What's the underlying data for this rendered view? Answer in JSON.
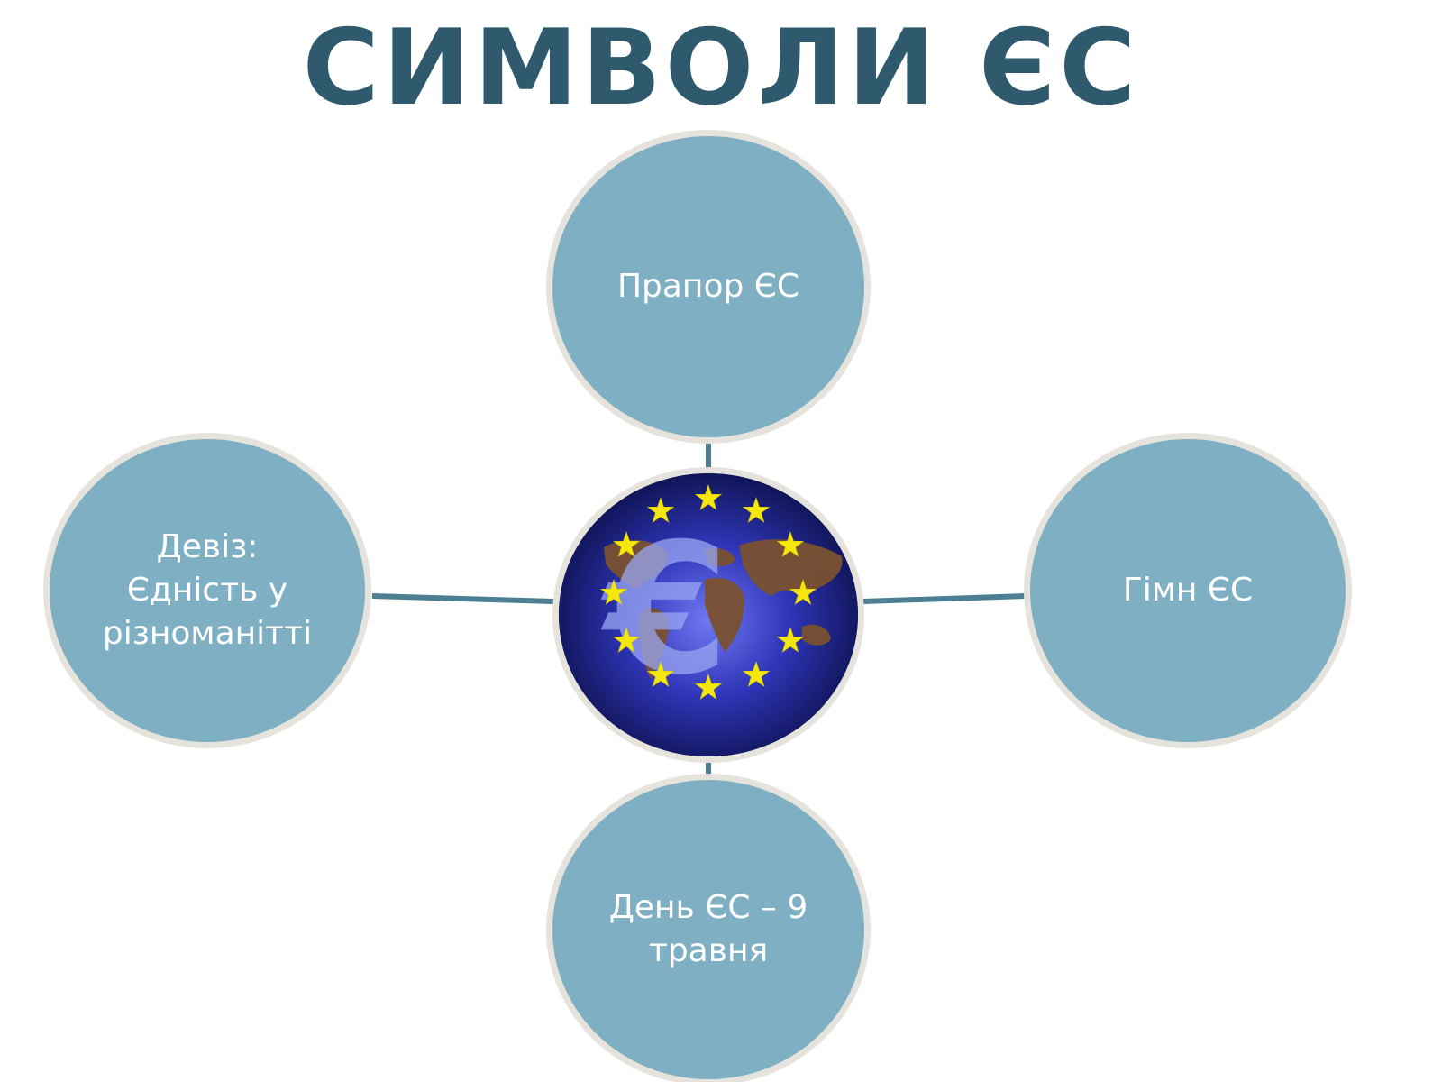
{
  "title": "СИМВОЛИ ЄС",
  "nodes": {
    "top": {
      "label": "Прапор ЄС"
    },
    "left": {
      "label": "Девіз:\nЄдність у\nрізноманітті"
    },
    "right": {
      "label": "Гімн ЄС"
    },
    "bottom": {
      "label": "День ЄС – 9\nтравня"
    }
  },
  "center_image": {
    "icon": "eu-stars-globe-euro-emblem",
    "euro_symbol": "€"
  },
  "colors": {
    "title": "#2f596d",
    "node_fill": "#7eafc3",
    "node_border": "#e6e3dd",
    "connector": "#4d7f93",
    "star": "#f4e60f",
    "emblem_background": "#0b1350"
  }
}
